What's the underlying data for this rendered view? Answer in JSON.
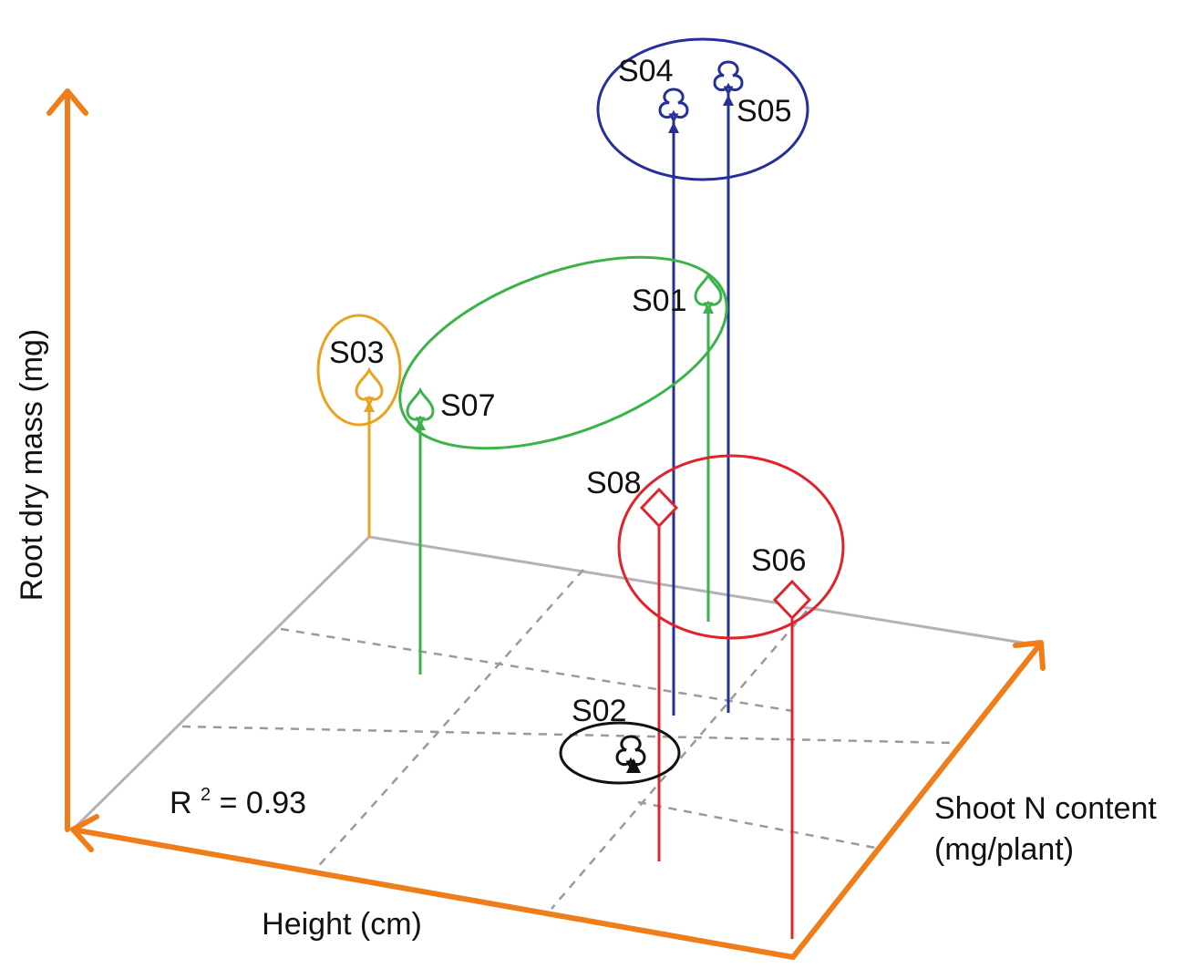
{
  "chart_data": {
    "type": "scatter",
    "projection": "3d-perspective",
    "xlabel": "Height (cm)",
    "ylabel": "Shoot N content\n(mg/plant)",
    "zlabel": "Root dry mass (mg)",
    "annotation": "R² = 0.93",
    "annotation_base": "R",
    "annotation_sup": "2",
    "annotation_rest": " = 0.93",
    "grid": true,
    "colors": {
      "axis": "#ef7d1a",
      "floor": "#b3b3b3",
      "grid": "#9a9a9a",
      "blue": "#25309a",
      "green": "#3cb34a",
      "orange": "#e9a320",
      "red": "#e0242b",
      "black": "#111111"
    },
    "groups": [
      {
        "color": "blue",
        "members": [
          "S04",
          "S05"
        ]
      },
      {
        "color": "green",
        "members": [
          "S01",
          "S07"
        ]
      },
      {
        "color": "orange",
        "members": [
          "S03"
        ]
      },
      {
        "color": "red",
        "members": [
          "S08",
          "S06"
        ]
      },
      {
        "color": "black",
        "members": [
          "S02"
        ]
      }
    ],
    "points": [
      {
        "name": "S04",
        "symbol": "club",
        "color": "blue",
        "x": 0.52,
        "y": 0.62,
        "z": 0.78
      },
      {
        "name": "S05",
        "symbol": "club",
        "color": "blue",
        "x": 0.48,
        "y": 0.74,
        "z": 0.8
      },
      {
        "name": "S01",
        "symbol": "spade",
        "color": "green",
        "x": 0.38,
        "y": 0.72,
        "z": 0.42
      },
      {
        "name": "S07",
        "symbol": "spade",
        "color": "green",
        "x": 0.15,
        "y": 0.27,
        "z": 0.32
      },
      {
        "name": "S03",
        "symbol": "spade",
        "color": "orange",
        "x": 0.0,
        "y": 0.0,
        "z": 0.19
      },
      {
        "name": "S08",
        "symbol": "diamond",
        "color": "red",
        "x": 0.87,
        "y": 0.34,
        "z": 0.46
      },
      {
        "name": "S06",
        "symbol": "diamond",
        "color": "red",
        "x": 0.88,
        "y": 0.86,
        "z": 0.44
      },
      {
        "name": "S02",
        "symbol": "club",
        "color": "black",
        "x": 0.65,
        "y": 0.3,
        "z": 0.0
      }
    ]
  }
}
